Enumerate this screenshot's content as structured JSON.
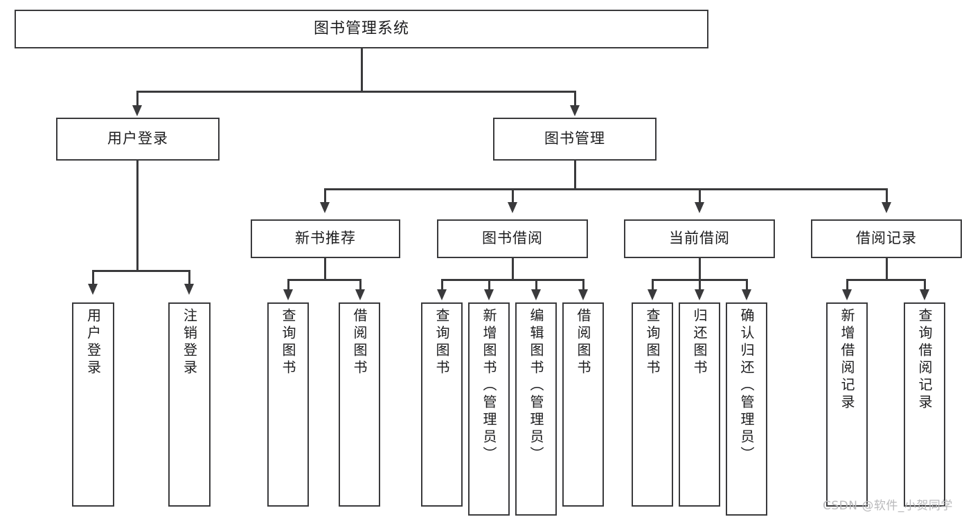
{
  "diagram": {
    "title": "图书管理系统",
    "type": "tree",
    "watermark": "CSDN @软件_小贺同学",
    "colors": {
      "stroke": "#3a3a3c",
      "fill": "#ffffff",
      "text": "#1c1c1e",
      "watermark": "#b9b9bb"
    },
    "root": {
      "label": "图书管理系统"
    },
    "level2": [
      {
        "label": "用户登录"
      },
      {
        "label": "图书管理"
      }
    ],
    "level3": [
      {
        "label": "新书推荐"
      },
      {
        "label": "图书借阅"
      },
      {
        "label": "当前借阅"
      },
      {
        "label": "借阅记录"
      }
    ],
    "leaves": {
      "user_login": [
        {
          "label": "用户登录"
        },
        {
          "label": "注销登录"
        }
      ],
      "new_book_recommend": [
        {
          "label": "查询图书"
        },
        {
          "label": "借阅图书"
        }
      ],
      "book_borrow": [
        {
          "label": "查询图书"
        },
        {
          "label": "新增图书（管理员）"
        },
        {
          "label": "编辑图书（管理员）"
        },
        {
          "label": "借阅图书"
        }
      ],
      "current_borrow": [
        {
          "label": "查询图书"
        },
        {
          "label": "归还图书"
        },
        {
          "label": "确认归还（管理员）"
        }
      ],
      "borrow_record": [
        {
          "label": "新增借阅记录"
        },
        {
          "label": "查询借阅记录"
        }
      ]
    }
  }
}
